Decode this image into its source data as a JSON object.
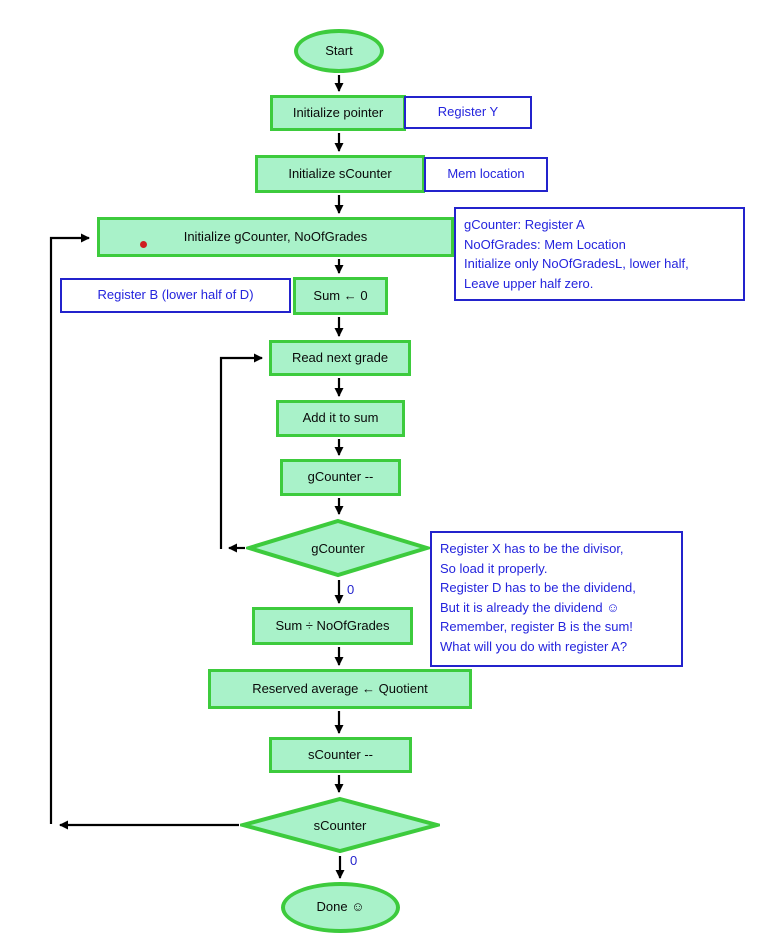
{
  "nodes": {
    "start": "Start",
    "init_pointer": "Initialize pointer",
    "init_scounter": "Initialize sCounter",
    "init_gcounter": "Initialize gCounter, NoOfGrades",
    "sum_zero": "Sum ← 0",
    "read_next": "Read next grade",
    "add_sum": "Add it to sum",
    "gcounter_dec": "gCounter --",
    "gcounter_test": "gCounter",
    "sum_div": "Sum ÷ NoOfGrades",
    "reserved_avg": "Reserved average ← Quotient",
    "scounter_dec": "sCounter --",
    "scounter_test": "sCounter",
    "done": "Done ☺"
  },
  "notes": {
    "register_y": "Register Y",
    "mem_location": "Mem location",
    "register_b": "Register B (lower half of D)",
    "gcounter_info": "gCounter: Register A\nNoOfGrades: Mem Location\nInitialize only NoOfGradesL, lower half,\nLeave upper half zero.",
    "division_info": "Register X has to be the divisor,\nSo load it properly.\nRegister D has to be the dividend,\nBut it is already the dividend ☺\nRemember, register B is the sum!\nWhat will you do with register A?"
  },
  "edge_labels": {
    "gcounter_zero": "0",
    "scounter_zero": "0"
  },
  "colors": {
    "shape_fill": "#a9f2c9",
    "shape_border": "#3dcb3d",
    "note_border": "#2323cc",
    "note_text": "#2424dd",
    "arrow": "#000000",
    "marker_dot": "#cf2020"
  }
}
